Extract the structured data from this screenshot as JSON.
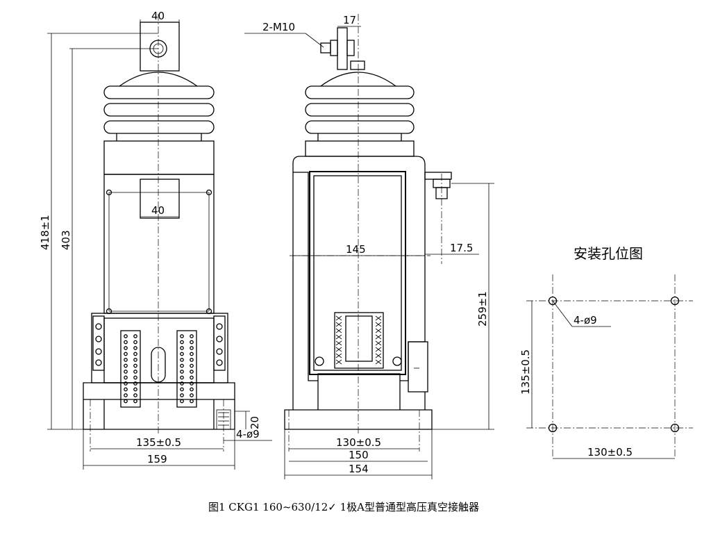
{
  "front_view": {
    "dim_top_width": "40",
    "dim_overall_height": "418±1",
    "dim_mount_height": "403",
    "dim_inner_width": "40",
    "dim_base_height": "20",
    "dim_base_holes": "4-ø9",
    "dim_hole_spacing": "135±0.5",
    "dim_base_width": "159"
  },
  "side_view": {
    "dim_bolts": "2-M10",
    "dim_terminal_width": "17",
    "dim_body_width": "145",
    "dim_terminal_offset": "17.5",
    "dim_terminal_height": "259±1",
    "dim_hole_spacing": "130±0.5",
    "dim_base_width_inner": "150",
    "dim_base_width_outer": "154"
  },
  "mounting_holes": {
    "title": "安装孔位图",
    "holes_label": "4-ø9",
    "dim_vertical": "135±0.5",
    "dim_horizontal": "130±0.5"
  },
  "caption": "图1 CKG1 160~630/12✓ 1极A型普通型高压真空接触器"
}
